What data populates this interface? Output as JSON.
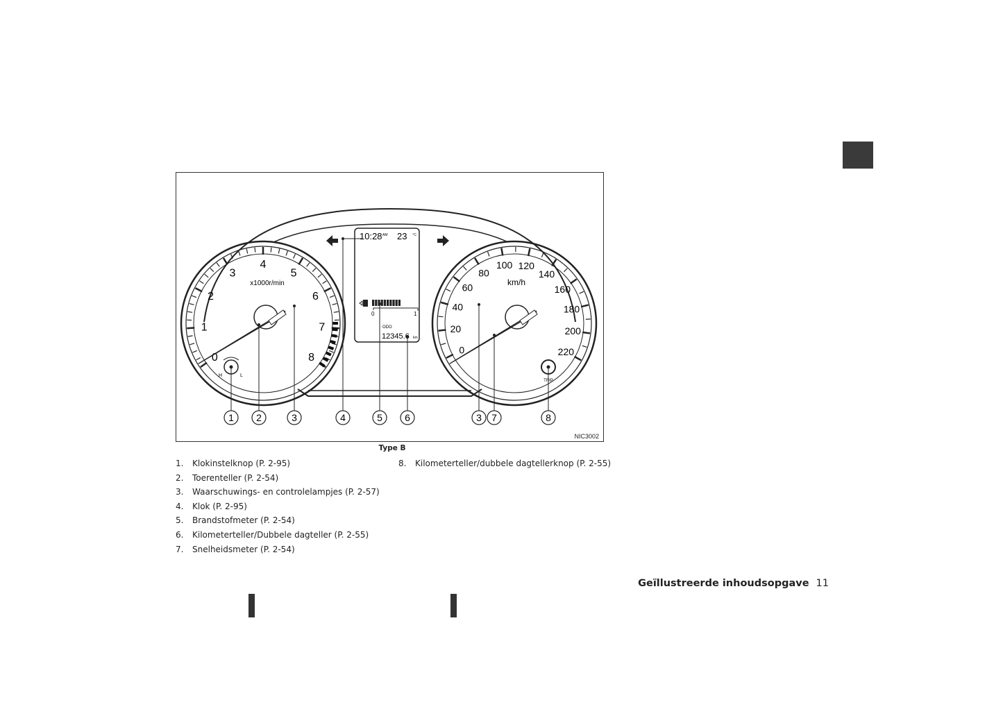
{
  "figure": {
    "code": "NIC3002",
    "caption": "Type B",
    "tachometer": {
      "unit": "x1000r/min",
      "labels": [
        "0",
        "1",
        "2",
        "3",
        "4",
        "5",
        "6",
        "7",
        "8"
      ],
      "clock_knob": {
        "h": "H",
        "l": "L"
      }
    },
    "speedometer": {
      "unit": "km/h",
      "labels": [
        "0",
        "20",
        "40",
        "60",
        "80",
        "100",
        "120",
        "140",
        "160",
        "180",
        "200",
        "220"
      ],
      "trip_label": "TRIP"
    },
    "display": {
      "time": "10:28",
      "ampm": "AM",
      "temp": "23",
      "temp_unit": "°C",
      "fuel_min": "0",
      "fuel_max": "1",
      "fuel_segments": 10,
      "odo_label": "ODO",
      "odo_value": "12345.6",
      "odo_unit": "km"
    },
    "callouts": [
      "1",
      "2",
      "3",
      "4",
      "5",
      "6",
      "3",
      "7",
      "8"
    ]
  },
  "list_left": [
    {
      "num": "1.",
      "text": "Klokinstelknop (P. 2-95)"
    },
    {
      "num": "2.",
      "text": "Toerenteller (P. 2-54)"
    },
    {
      "num": "3.",
      "text": "Waarschuwings- en controlelampjes (P. 2-57)"
    },
    {
      "num": "4.",
      "text": "Klok (P. 2-95)"
    },
    {
      "num": "5.",
      "text": "Brandstofmeter (P. 2-54)"
    },
    {
      "num": "6.",
      "text": "Kilometerteller/Dubbele dagteller (P. 2-55)"
    },
    {
      "num": "7.",
      "text": "Snelheidsmeter (P. 2-54)"
    }
  ],
  "list_right": [
    {
      "num": "8.",
      "text": "Kilometerteller/dubbele dagtellerknop (P. 2-55)"
    }
  ],
  "footer": {
    "section": "Geïllustreerde inhoudsopgave",
    "page": "11"
  }
}
